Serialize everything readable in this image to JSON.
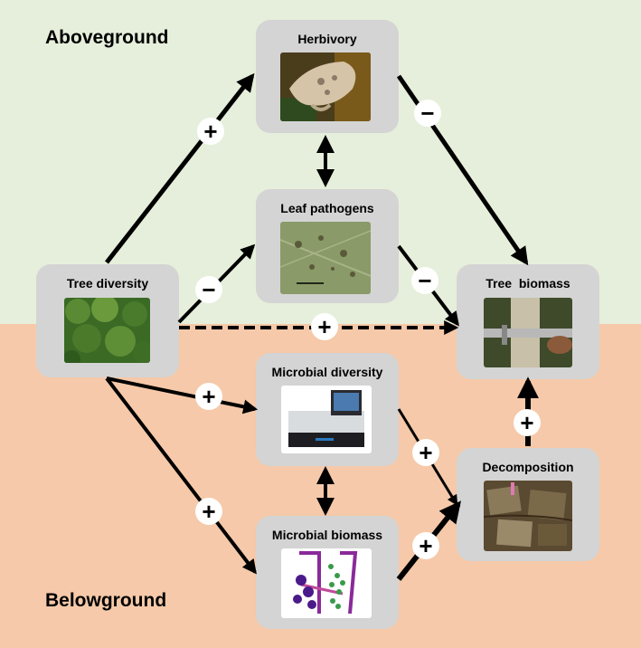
{
  "zones": {
    "above": "Aboveground",
    "below": "Belowground"
  },
  "nodes": {
    "herbivory": "Herbivory",
    "leaf_pathogens": "Leaf pathogens",
    "tree_diversity": "Tree diversity",
    "tree_biomass": "Tree  biomass",
    "microbial_diversity": "Microbial diversity",
    "microbial_biomass": "Microbial biomass",
    "decomposition": "Decomposition"
  },
  "signs": {
    "tree_div_herbivory": "+",
    "herbivory_tree_biomass": "−",
    "tree_div_leaf_pathogens": "−",
    "leaf_pathogens_tree_biomass": "−",
    "tree_div_tree_biomass": "+",
    "tree_div_microbial_diversity": "+",
    "tree_div_microbial_biomass": "+",
    "microbial_diversity_decomposition": "+",
    "microbial_biomass_decomposition": "+",
    "decomposition_tree_biomass": "+"
  },
  "colors": {
    "above_bg": "#e6efdb",
    "below_bg": "#f5c9a9",
    "box": "#d4d4d4",
    "arrow": "#000000"
  }
}
